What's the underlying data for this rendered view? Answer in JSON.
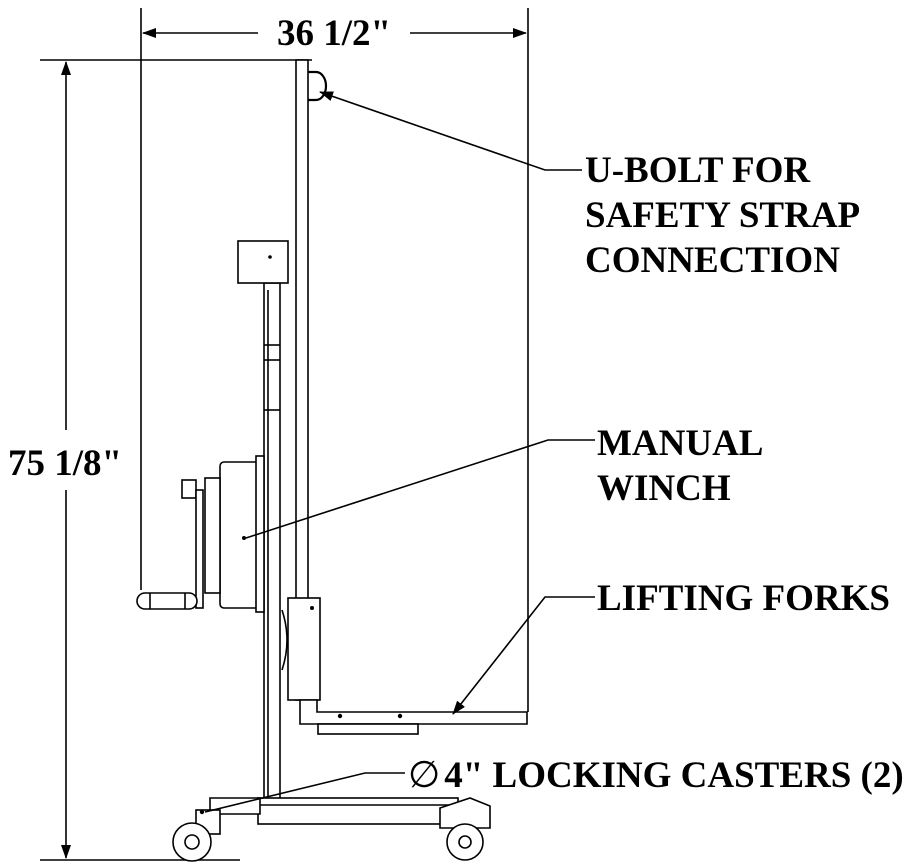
{
  "dimensions": {
    "width": "36 1/2\"",
    "height": "75 1/8\""
  },
  "callouts": {
    "ubolt_line1": "U-BOLT FOR",
    "ubolt_line2": "SAFETY STRAP",
    "ubolt_line3": "CONNECTION",
    "winch_line1": "MANUAL",
    "winch_line2": "WINCH",
    "forks": "LIFTING FORKS",
    "casters_symbol": "∅",
    "casters": "4\" LOCKING CASTERS (2)"
  }
}
